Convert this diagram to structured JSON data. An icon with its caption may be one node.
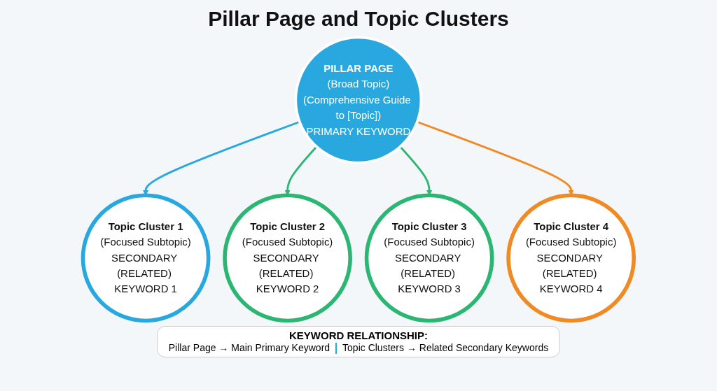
{
  "diagram": {
    "title": "Pillar Page and Topic Clusters",
    "nodes": [
      {
        "text": [
          "Topic Cluster 1",
          "(Focused Subtopic)",
          "SECONDARY (RELATED) KEYWORD 1"
        ]
      },
      {
        "text": [
          "PILLAR PAGE",
          "(Broad Topic)",
          "(Comprehensive Guide to [Topic])",
          "PRIMARY KEYWORD"
        ]
      },
      {
        "text": [
          "Topic Cluster 2",
          "(Focused Subtopic)",
          "SECONDARY (RELATED) KEYWORD 2"
        ]
      },
      {
        "text": [
          "Topic Cluster 3",
          "(Focused Subtopic)",
          "SECONDARY (RELATED) KEYWORD 3"
        ]
      },
      {
        "text": [
          "Topic Cluster 4",
          "(Focused Subtopic)",
          "SECONDARY (RELATED) KEYWORD 4"
        ]
      }
    ],
    "edges": [
      {
        "from": 1,
        "to": 0,
        "arrow": "to",
        "color": "#29a8e0"
      },
      {
        "from": 1,
        "to": 2,
        "arrow": "to",
        "color": "#2bb673"
      },
      {
        "from": 1,
        "to": 3,
        "arrow": "to",
        "color": "#2bb673"
      },
      {
        "from": 1,
        "to": 4,
        "arrow": "to",
        "color": "#f08a24"
      }
    ],
    "labels": [
      "KEYWORD RELATIONSHIP:",
      "Pillar Page → Main Primary Keyword",
      "Topic Clusters → Related Secondary Keywords"
    ]
  }
}
